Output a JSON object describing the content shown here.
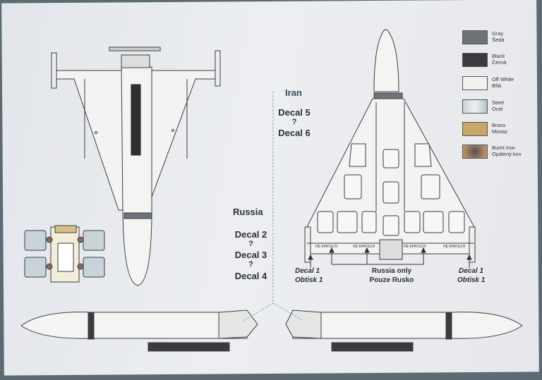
{
  "schemes": {
    "iran": {
      "heading": "Iran",
      "decal_a": "Decal 5",
      "q": "?",
      "decal_b": "Decal 6"
    },
    "russia": {
      "heading": "Russia",
      "decal_a": "Decal 2",
      "q1": "?",
      "decal_b": "Decal 3",
      "q2": "?",
      "decal_c": "Decal 4"
    }
  },
  "callouts": {
    "left": {
      "line1": "Decal 1",
      "line2": "Obtisk 1"
    },
    "right": {
      "line1": "Decal 1",
      "line2": "Obtisk 1"
    },
    "center": {
      "line1": "Russia only",
      "line2": "Pouze Rusko"
    }
  },
  "wing_markings": [
    "НЕ БРАТЬСЯ",
    "НЕ БРАТЬСЯ",
    "НЕ БРАТЬСЯ",
    "НЕ БРАТЬСЯ"
  ],
  "colors_legend": [
    {
      "name": "Gray",
      "local": "Šedá",
      "color": "#6f7378"
    },
    {
      "name": "Black",
      "local": "Černá",
      "color": "#3a3b3e"
    },
    {
      "name": "Off White",
      "local": "Bílá",
      "color": "#f1f1ee"
    },
    {
      "name": "Steel",
      "local": "Ocel",
      "color": "#c9d3da"
    },
    {
      "name": "Brass",
      "local": "Mosaz",
      "color": "#c8a86a"
    },
    {
      "name": "Burnt Iron",
      "local": "Opálený kov",
      "color": "#8a6a5a"
    }
  ]
}
